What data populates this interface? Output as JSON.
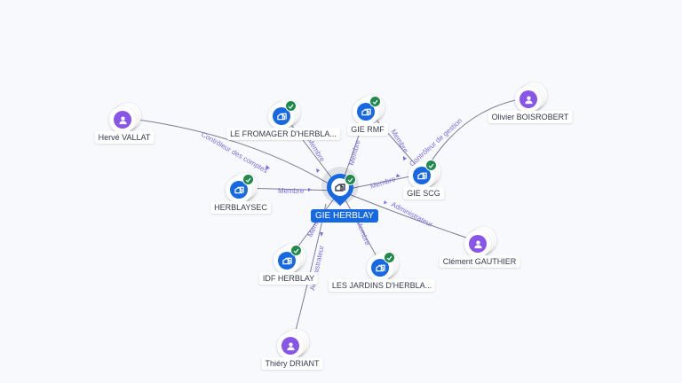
{
  "center": {
    "name": "GIE HERBLAY",
    "icon": "building-icon",
    "verified": true
  },
  "nodes": [
    {
      "name": "Hervé VALLAT",
      "type": "person"
    },
    {
      "name": "LE FROMAGER D'HERBLA...",
      "type": "company"
    },
    {
      "name": "GIE RMF",
      "type": "company"
    },
    {
      "name": "Olivier BOISROBERT",
      "type": "person"
    },
    {
      "name": "HERBLAYSEC",
      "type": "company"
    },
    {
      "name": "GIE SCG",
      "type": "company"
    },
    {
      "name": "Clément GAUTHIER",
      "type": "person"
    },
    {
      "name": "IDF HERBLAY",
      "type": "company"
    },
    {
      "name": "LES JARDINS D'HERBLA...",
      "type": "company"
    },
    {
      "name": "Thiéry DRIANT",
      "type": "person"
    }
  ],
  "edges": [
    {
      "from": "Hervé VALLAT",
      "to": "GIE HERBLAY",
      "label": "Contrôleur des comptes"
    },
    {
      "from": "LE FROMAGER D'HERBLA...",
      "to": "GIE HERBLAY",
      "label": "Membre"
    },
    {
      "from": "GIE RMF",
      "to": "GIE HERBLAY",
      "label": "Membre"
    },
    {
      "from": "GIE RMF",
      "to": "GIE SCG",
      "label": "Membre"
    },
    {
      "from": "Olivier BOISROBERT",
      "to": "GIE SCG",
      "label": "Contrôleur de gestion"
    },
    {
      "from": "HERBLAYSEC",
      "to": "GIE HERBLAY",
      "label": "Membre"
    },
    {
      "from": "GIE HERBLAY",
      "to": "GIE SCG",
      "label": "Membre"
    },
    {
      "from": "Clément GAUTHIER",
      "to": "GIE HERBLAY",
      "label": "Administrateur"
    },
    {
      "from": "IDF HERBLAY",
      "to": "GIE HERBLAY",
      "label": "Membre"
    },
    {
      "from": "LES JARDINS D'HERBLA...",
      "to": "GIE HERBLAY",
      "label": "Membre"
    },
    {
      "from": "Thiéry DRIANT",
      "to": "GIE HERBLAY",
      "label": "Administrateur"
    }
  ],
  "colors": {
    "company": "#1668e3",
    "person": "#8756e8",
    "verified": "#1f8a4c",
    "edge_label": "#7b6ae0"
  }
}
